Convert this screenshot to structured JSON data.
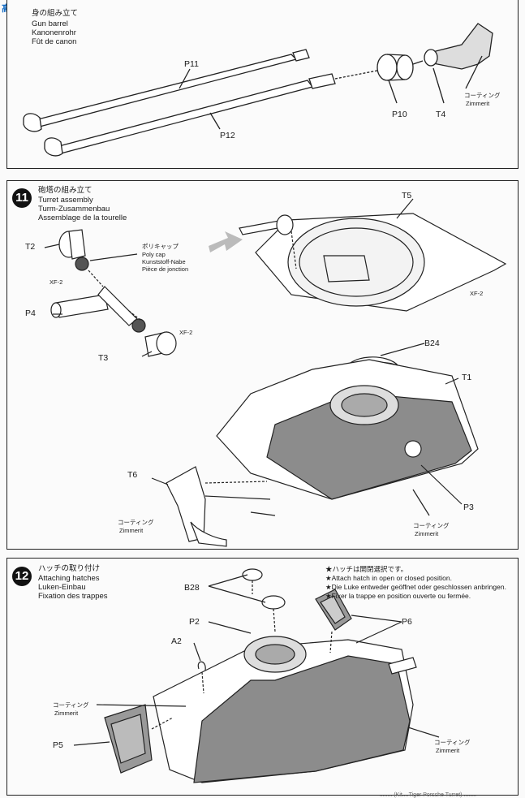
{
  "watermark": "高●网",
  "step10": {
    "title_jp": "身の組み立て",
    "title_en": "Gun barrel",
    "title_de": "Kanonenrohr",
    "title_fr": "Fût de canon",
    "labels": {
      "p11": "P11",
      "p12": "P12",
      "p10": "P10",
      "t4": "T4"
    },
    "zimmerit_jp": "コーティング",
    "zimmerit": "Zimmerit"
  },
  "step11": {
    "number": "11",
    "title_jp": "砲塔の組み立て",
    "title_en": "Turret assembly",
    "title_de": "Turm-Zusammenbau",
    "title_fr": "Assemblage de la tourelle",
    "polycap_jp": "ポリキャップ",
    "polycap_en": "Poly cap",
    "polycap_de": "Kunststoff-Nabe",
    "polycap_fr": "Pièce de jonction",
    "labels": {
      "t2": "T2",
      "p4": "P4",
      "t3": "T3",
      "t5": "T5",
      "b24": "B24",
      "t1": "T1",
      "t6": "T6",
      "p3": "P3"
    },
    "xf2": "XF-2",
    "zimmerit_jp": "コーティング",
    "zimmerit": "Zimmerit"
  },
  "step12": {
    "number": "12",
    "title_jp": "ハッチの取り付け",
    "title_en": "Attaching hatches",
    "title_de": "Luken-Einbau",
    "title_fr": "Fixation des trappes",
    "notes": [
      "★ハッチは開閉選択です。",
      "★Attach hatch in open or closed position.",
      "★Die Luke entweder geöffnet oder geschlossen anbringen.",
      "★Fixer la trappe en position ouverte ou fermée."
    ],
    "labels": {
      "b28": "B28",
      "p2": "P2",
      "a2": "A2",
      "p6": "P6",
      "p5": "P5"
    },
    "zimmerit_jp": "コーティング",
    "zimmerit": "Zimmerit"
  },
  "footer": "........ (Kit....Tiger Porsche Turret) ........"
}
